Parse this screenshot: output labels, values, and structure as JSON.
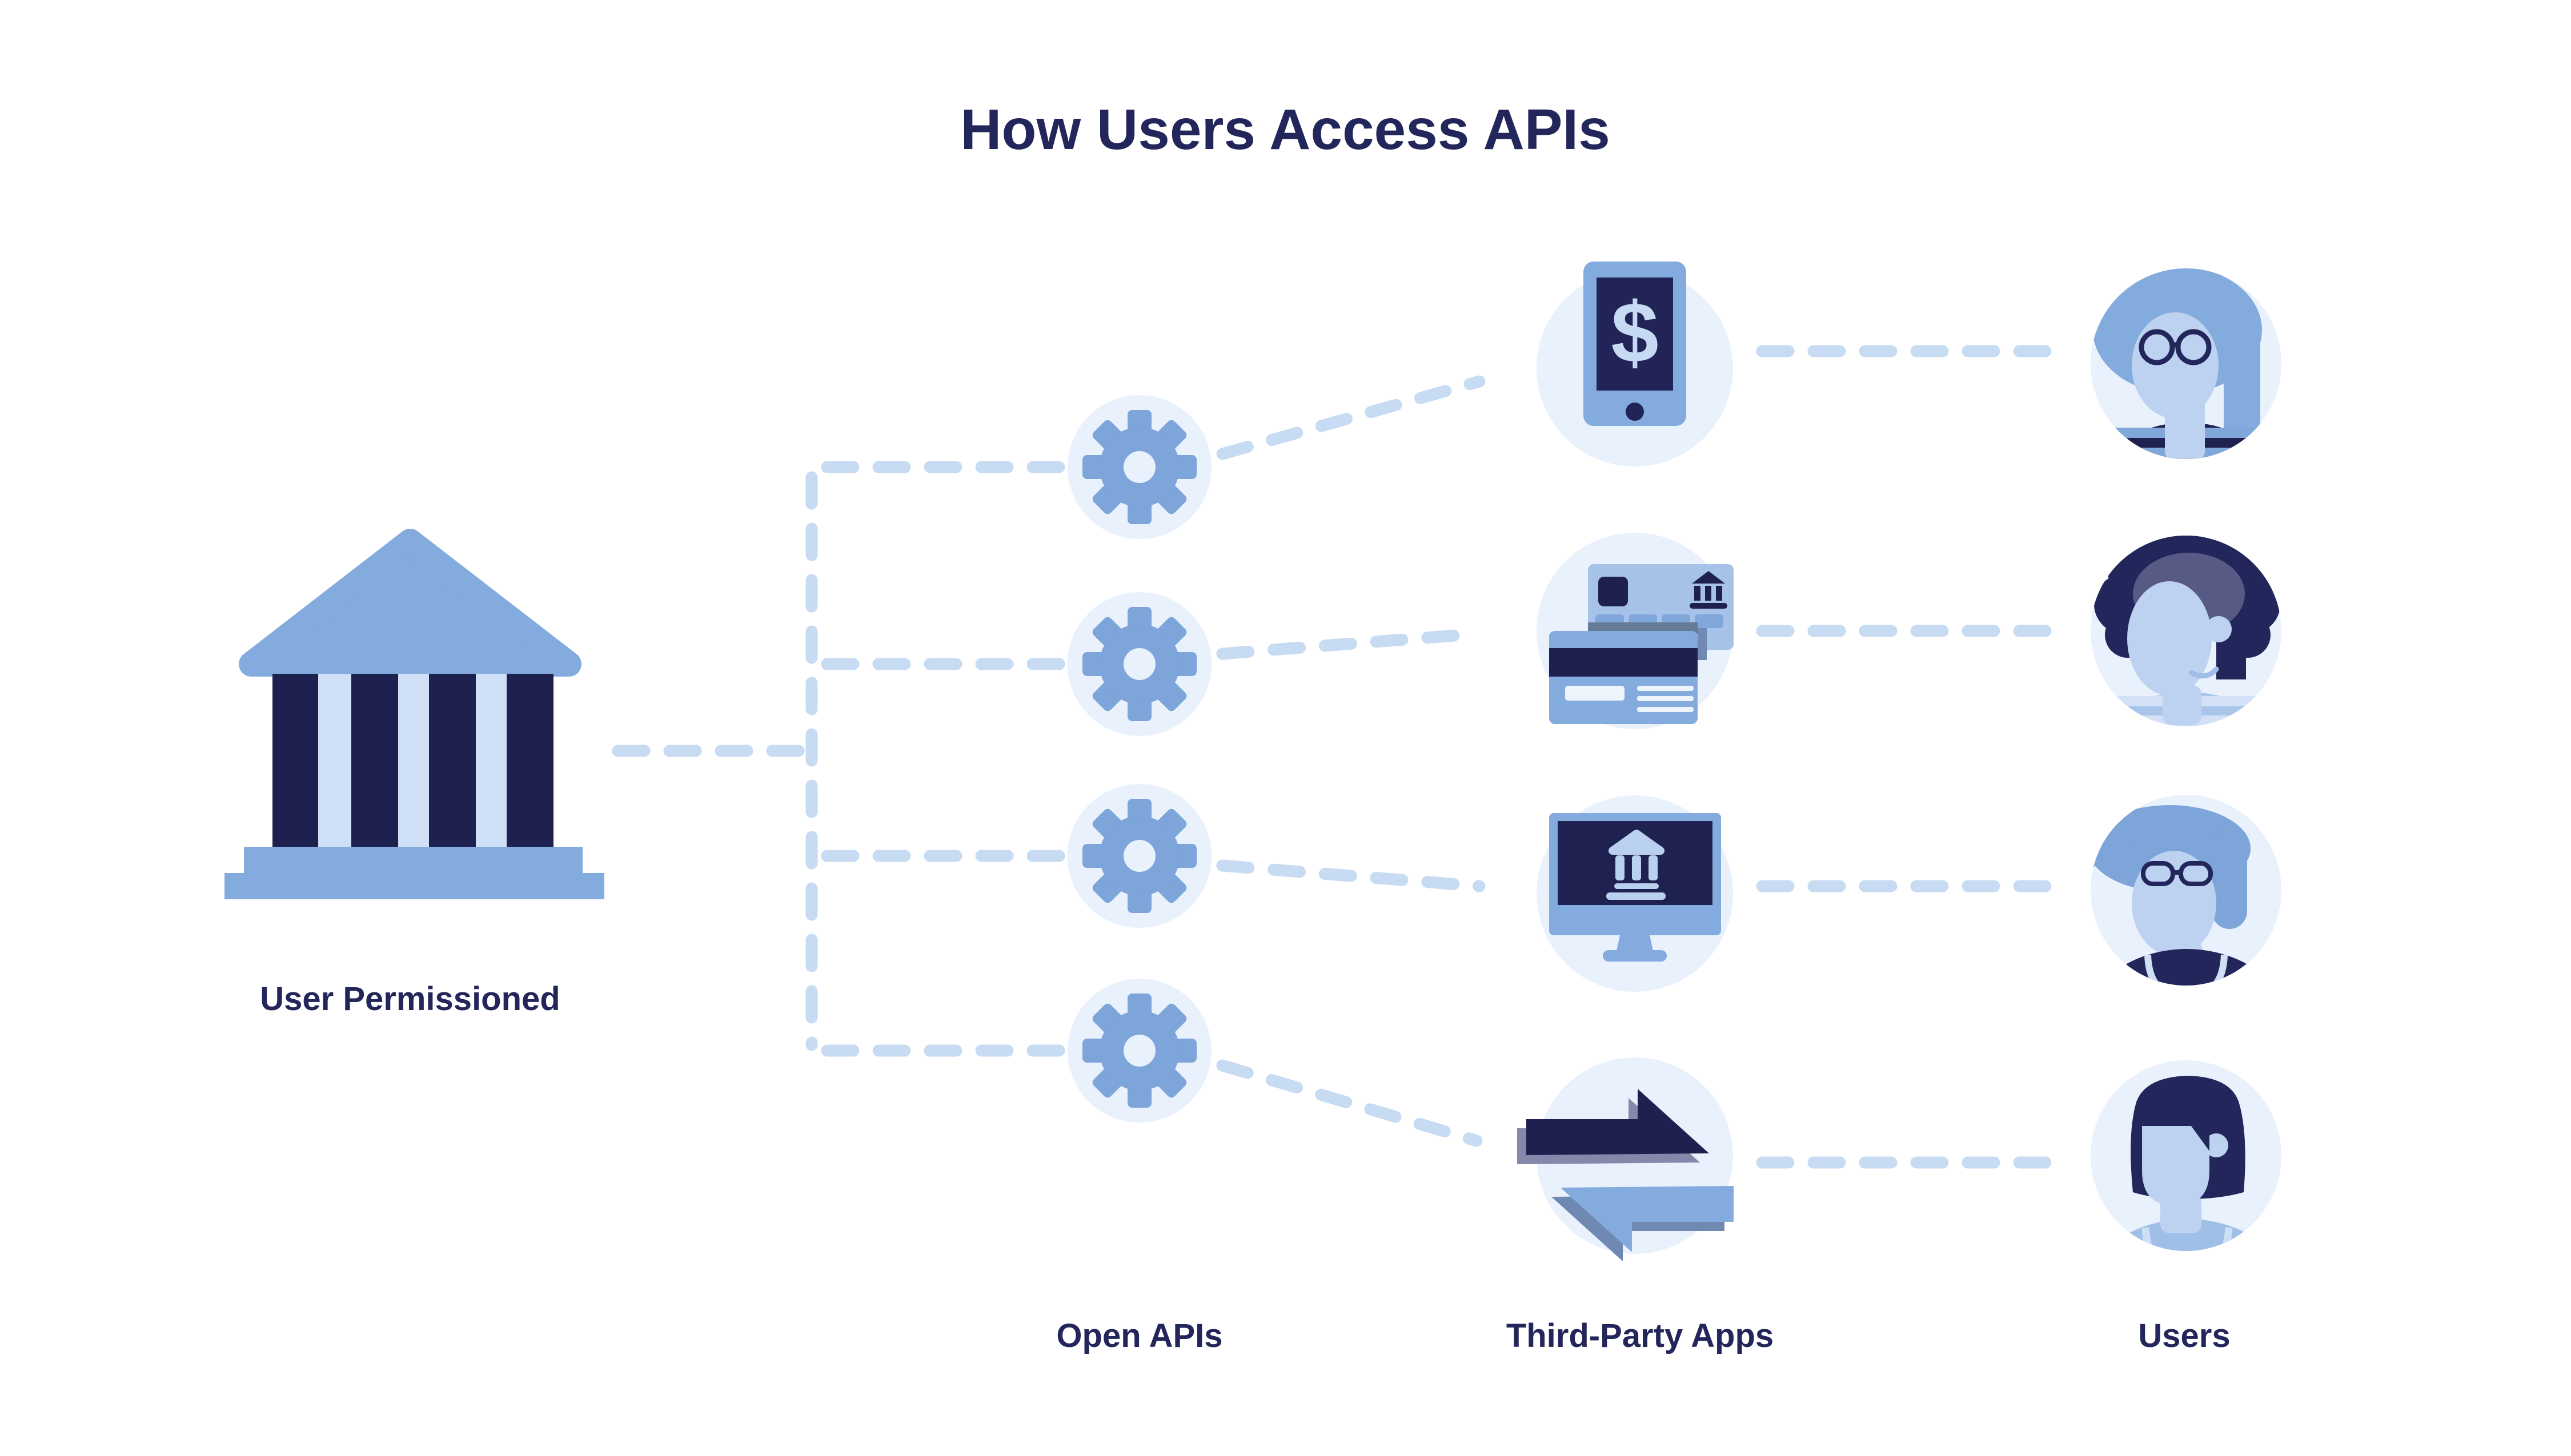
{
  "title": {
    "text": "How Users Access APIs"
  },
  "labels": {
    "user_permissioned": "User Permissioned",
    "open_apis": "Open APIs",
    "third_party_apps": "Third-Party Apps",
    "users": "Users"
  },
  "glyphs": {
    "dollar": "$"
  },
  "colors": {
    "background": "#ffffff",
    "text_navy": "#23265a",
    "icon_navy": "#1e2150",
    "mid_blue": "#84abde",
    "gear_blue": "#7da5d9",
    "pale_blue": "#cfe0f6",
    "node_circle_bg": "#e9f1fc",
    "dash_blue": "#c7dbf2",
    "face_blue": "#bdd2f0",
    "card_back_blue": "#a7c2e8",
    "card_shadow_band": "#657b96",
    "arrow_shadow_slate": "#8588aa",
    "arrow_shadow_blue": "#6f89b2",
    "hair_navy": "#23265a",
    "hair_band": "#565a85",
    "shoulder_light_blue": "#a9c6ea",
    "stripe_light": "#d2e1f6",
    "shirt_blue": "#9fbfe8"
  },
  "diagram": {
    "columns": [
      {
        "id": "bank",
        "icon": "bank-building-icon",
        "label": "User Permissioned"
      },
      {
        "id": "open-apis",
        "icon": "gear-icon",
        "count": 4,
        "label": "Open APIs"
      },
      {
        "id": "third-party-apps",
        "label": "Third-Party Apps",
        "icons": [
          "mobile-payment-phone-icon",
          "credit-cards-icon",
          "online-banking-monitor-icon",
          "transfer-arrows-icon"
        ]
      },
      {
        "id": "users",
        "label": "Users",
        "icons": [
          "user-avatar-glasses",
          "user-avatar-afro",
          "user-avatar-swoop-glasses",
          "user-avatar-bob"
        ]
      }
    ],
    "connections": [
      "bank -> api-gear-1..4 (dashed trunk with branches)",
      "api-gear-1 -> mobile-payment-phone",
      "api-gear-2 -> credit-cards",
      "api-gear-3 -> online-banking-monitor",
      "api-gear-4 -> transfer-arrows",
      "mobile-payment-phone -> user-1",
      "credit-cards -> user-2",
      "online-banking-monitor -> user-3",
      "transfer-arrows -> user-4"
    ]
  }
}
